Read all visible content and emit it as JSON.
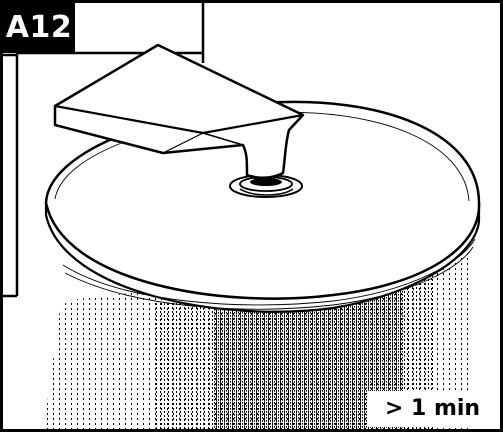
{
  "step": {
    "label": "A12"
  },
  "duration": {
    "label": "> 1 min"
  },
  "colors": {
    "ink": "#000000",
    "paper": "#ffffff"
  },
  "icons": {
    "step-badge": "black-label",
    "illustration": "overhead-shower-head-spraying-water"
  }
}
